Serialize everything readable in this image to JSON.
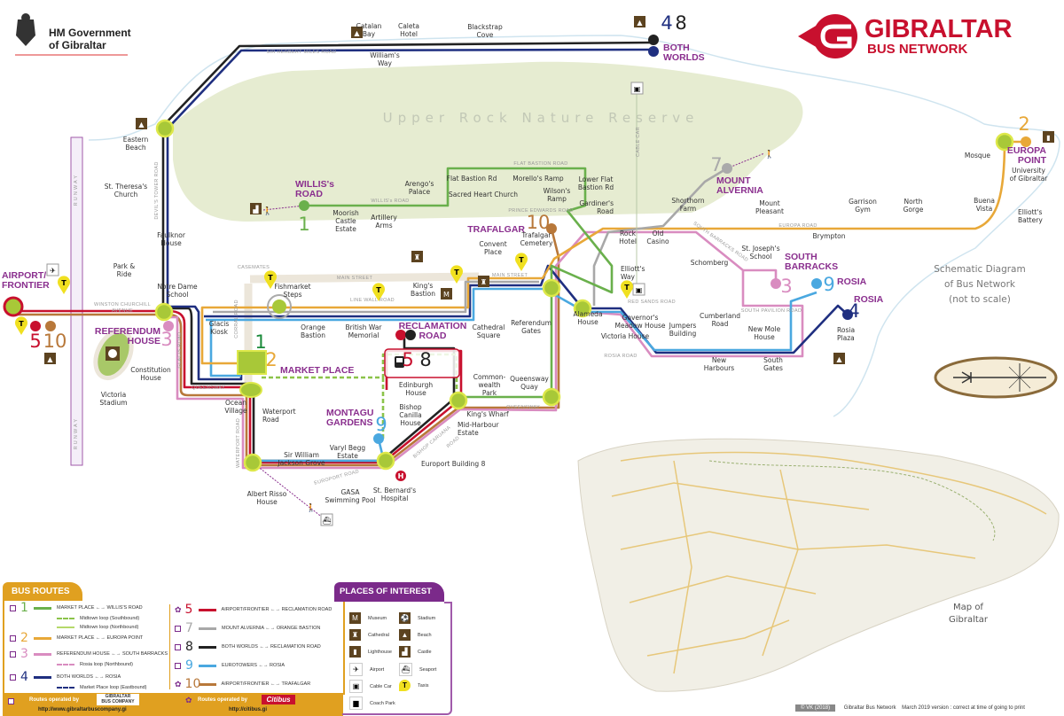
{
  "header": {
    "gov_line1": "HM Government",
    "gov_line2": "of Gibraltar",
    "brand_title": "GIBRALTAR",
    "brand_sub": "BUS NETWORK"
  },
  "colors": {
    "route_1": "#6ab04c",
    "route_2": "#e8a838",
    "route_3": "#d98cc0",
    "route_4": "#1f2f80",
    "route_5": "#c8102e",
    "route_7": "#a8a8a8",
    "route_8": "#222222",
    "route_9": "#4aa8e0",
    "route_10": "#b8783a",
    "terminus": "#8a2f8e",
    "interchange": "#a8c838"
  },
  "stations": [
    "Eastern\nBeach",
    "St. Theresa's\nChurch",
    "Faulknor\nHouse",
    "Park &\nRide",
    "Notre Dame\nSchool",
    "Glacis\nKiosk",
    "Constitution\nHouse",
    "Fishmarket\nSteps",
    "Orange\nBastion",
    "British War\nMemorial",
    "King's\nBastion",
    "Cathedral\nSquare",
    "Referendum\nGates",
    "Convent\nPlace",
    "Trafalgar\nCemetery",
    "Moorish\nCastle\nEstate",
    "Artillery\nArms",
    "Arengo's\nPalace",
    "Flat Bastion Rd",
    "Morello's Ramp",
    "Lower Flat\nBastion Rd",
    "Sacred Heart Church",
    "Wilson's\nRamp",
    "Gardiner's\nRoad",
    "Elliott's\nWay",
    "Alameda\nHouse",
    "Governor's\nMeadow House",
    "Victoria House",
    "Jumpers\nBuilding",
    "Cumberland\nRoad",
    "New\nHarbours",
    "New Mole\nHouse",
    "South\nGates",
    "Rosia\nPlaza",
    "Rock\nHotel",
    "Old\nCasino",
    "Shorthorn\nFarm",
    "Schomberg",
    "St. Joseph's\nSchool",
    "Mount\nPleasant",
    "Brympton",
    "Garrison\nGym",
    "North\nGorge",
    "Buena\nVista",
    "Elliott's\nBattery",
    "Mosque",
    "Catalan\nBay",
    "Caleta\nHotel",
    "William's\nWay",
    "Blackstrap\nCove",
    "Ocean\nVillage",
    "Waterport\nRoad",
    "Sir William\nJackson Grove",
    "Albert Risso\nHouse",
    "GASA\nSwimming Pool",
    "Varyl Begg\nEstate",
    "St. Bernard's\nHospital",
    "Europort Building 8",
    "Mid-Harbour\nEstate",
    "Bishop\nCanilla\nHouse",
    "Edinburgh\nHouse",
    "King's Wharf",
    "Common-\nwealth\nPark",
    "Queensway\nQuay"
  ],
  "termini": [
    "AIRPORT/\nFRONTIER",
    "REFERENDUM\nHOUSE",
    "MARKET PLACE",
    "WILLIS's\nROAD",
    "TRAFALGAR",
    "RECLAMATION\nROAD",
    "MONTAGU\nGARDENS",
    "MOUNT\nALVERNIA",
    "SOUTH\nBARRACKS",
    "ROSIA",
    "ROSIA",
    "EUROPA\nPOINT",
    "BOTH\nWORLDS"
  ],
  "route_numbers": [
    "5",
    "10",
    "3",
    "1",
    "2",
    "1",
    "10",
    "5",
    "8",
    "9",
    "7",
    "3",
    "9",
    "4",
    "2",
    "4",
    "8"
  ],
  "roads": [
    "SIR HERBERT MILES ROAD",
    "WILLIS's ROAD",
    "PRINCE EDWARDS ROAD",
    "FLAT BASTION ROAD",
    "LINE WALL ROAD",
    "MAIN STREET",
    "MAIN STREET",
    "CASEMATES",
    "WINSTON CHURCHILL",
    "AVENUE",
    "DEVIL'S TOWER ROAD",
    "GLACIS ROAD",
    "CORRAL ROAD",
    "QUEENSWAY",
    "QUEENSWAY",
    "WATERPORT ROAD",
    "EUROPORT ROAD",
    "BISHOP CARUANA",
    "ROAD",
    "RED SANDS ROAD",
    "ROSIA ROAD",
    "SOUTH PAVILION ROAD",
    "SOUTH BARRACKS ROAD",
    "EUROPA ROAD",
    "CABLE CAR",
    "R U N W A Y",
    "R U N W A Y"
  ],
  "misc": {
    "reserve": "Upper Rock Nature Reserve",
    "stadium": "Victoria\nStadium",
    "university": "University\nof Gibraltar",
    "schematic": "Schematic Diagram\nof Bus Network\n(not to scale)",
    "inset_title": "Map of\nGibraltar"
  },
  "legend": {
    "routes_title": "BUS ROUTES",
    "routes": [
      {
        "num": "1",
        "text": "MARKET PLACE  ←→  WILLIS'S ROAD",
        "op": "gbc"
      },
      {
        "num": "2",
        "text": "MARKET PLACE  ←→  EUROPA POINT",
        "op": "gbc"
      },
      {
        "num": "3",
        "text": "REFERENDUM HOUSE  ←→  SOUTH BARRACKS",
        "op": "gbc"
      },
      {
        "num": "4",
        "text": "BOTH WORLDS  ←→  ROSIA",
        "op": "gbc"
      },
      {
        "num": "5",
        "text": "AIRPORT/FRONTIER  ←→  RECLAMATION ROAD",
        "op": "citibus"
      },
      {
        "num": "7",
        "text": "MOUNT ALVERNIA  ←→  ORANGE BASTION",
        "op": "gbc"
      },
      {
        "num": "8",
        "text": "BOTH WORLDS  ←→  RECLAMATION ROAD",
        "op": "gbc"
      },
      {
        "num": "9",
        "text": "EUROTOWERS  ←→  ROSIA",
        "op": "gbc"
      },
      {
        "num": "10",
        "text": "AIRPORT/FRONTIER  ←→  TRAFALGAR",
        "op": "citibus"
      }
    ],
    "sublines": [
      "Midtown loop (Southbound)",
      "Midtown loop (Northbound)",
      "Rosia loop (Northbound)",
      "Market Place loop (Eastbound)"
    ],
    "operated_by_1": "Routes operated by",
    "operator_1": "GIBRALTAR\nBUS COMPANY",
    "url_1": "http://www.gibraltarbuscompany.gi",
    "operated_by_2": "Routes operated by",
    "operator_2": "Citibus",
    "url_2": "http://citibus.gi",
    "poi_title": "PLACES OF INTEREST",
    "poi": [
      "Museum",
      "Stadium",
      "Cathedral",
      "Beach",
      "Lighthouse",
      "Castle",
      "Airport",
      "Seaport",
      "Cable Car",
      "Taxis",
      "Coach Park"
    ]
  },
  "footer": {
    "copyright": "© VK (2018)",
    "name": "Gibraltar Bus Network",
    "version": "March 2019 version   :  correct at time of going to print"
  }
}
